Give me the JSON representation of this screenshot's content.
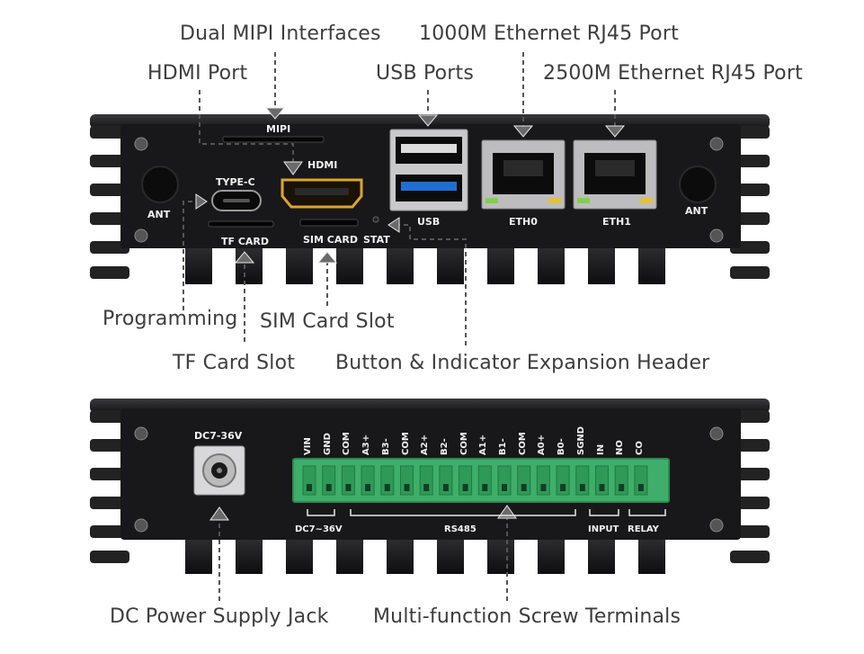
{
  "callouts": {
    "dual_mipi": "Dual MIPI Interfaces",
    "ethernet_1000m": "1000M Ethernet RJ45 Port",
    "hdmi_port": "HDMI Port",
    "usb_ports": "USB Ports",
    "ethernet_2500m": "2500M Ethernet RJ45 Port",
    "programming": "Programming",
    "sim_card_slot": "SIM Card Slot",
    "tf_card_slot": "TF Card Slot",
    "button_indicator": "Button & Indicator Expansion Header",
    "dc_power": "DC Power Supply Jack",
    "screw_terminals": "Multi-function Screw Terminals"
  },
  "front_panel": {
    "mipi": "MIPI",
    "hdmi": "HDMI",
    "type_c": "TYPE-C",
    "tf_card": "TF CARD",
    "sim_card": "SIM CARD",
    "stat": "STAT",
    "usb": "USB",
    "eth0": "ETH0",
    "eth1": "ETH1",
    "ant_left": "ANT",
    "ant_right": "ANT"
  },
  "back_panel": {
    "dc_jack": "DC7-36V",
    "terminals": [
      "VIN",
      "GND",
      "COM",
      "A3+",
      "B3-",
      "COM",
      "A2+",
      "B2-",
      "COM",
      "A1+",
      "B1-",
      "COM",
      "A0+",
      "B0-",
      "SGND",
      "IN",
      "NO",
      "CO"
    ],
    "group_dc": "DC7~36V",
    "group_rs485": "RS485",
    "group_input": "INPUT",
    "group_relay": "RELAY"
  },
  "colors": {
    "chassis": "#1c1c1e",
    "terminal_green": "#3fae6a",
    "usb_blue": "#1f6fd1",
    "hdmi_gold": "#d9a531"
  }
}
